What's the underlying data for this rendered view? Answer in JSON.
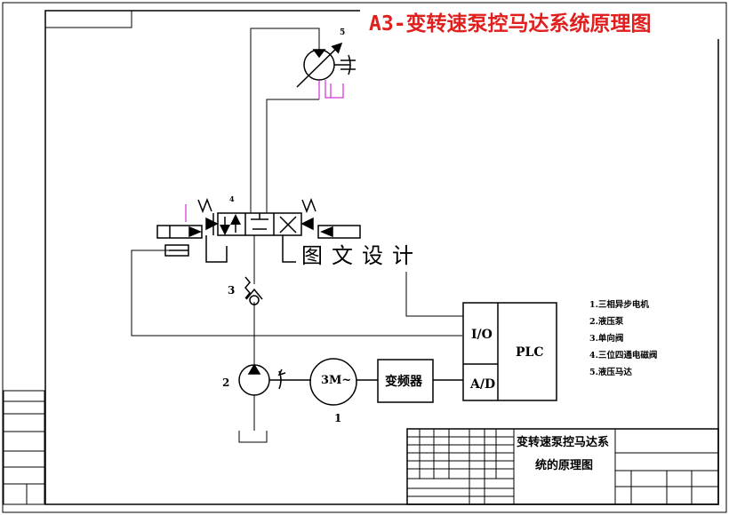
{
  "banner_title": "A3-变转速泵控马达系统原理图",
  "watermark": "图文设计",
  "components": {
    "motor_label": "3M~",
    "inverter": "变频器",
    "io": "I/O",
    "ad": "A/D",
    "plc": "PLC"
  },
  "item_numbers": [
    "1",
    "2",
    "3",
    "4",
    "5"
  ],
  "legend": [
    "1.三相异步电机",
    "2.液压泵",
    "3.单向阀",
    "4.三位四通电磁阀",
    "5.液压马达"
  ],
  "title_block": {
    "drawing_title_line1": "变转速泵控马达系",
    "drawing_title_line2": "统的原理图"
  },
  "colors": {
    "banner_text": "#e0201f",
    "tank_lines": "#cc00cc",
    "side_labels": "#008000",
    "ink": "#000000"
  }
}
